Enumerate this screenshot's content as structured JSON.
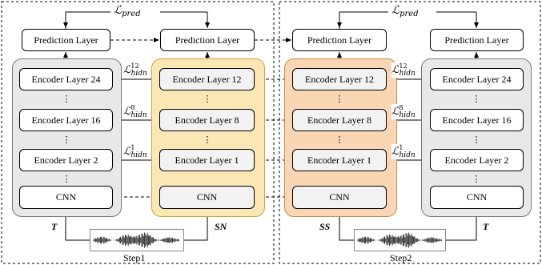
{
  "prediction_label": "Prediction Layer",
  "loss_pred": {
    "symbol": "ℒ",
    "sub": "pred"
  },
  "loss_hidn": {
    "symbol": "ℒ",
    "sub": "hidn",
    "sup": [
      "12",
      "8",
      "1"
    ]
  },
  "step1": {
    "teacher": {
      "layers": [
        "Encoder Layer 24",
        "Encoder Layer 16",
        "Encoder Layer 2"
      ],
      "cnn": "CNN",
      "tag": "T"
    },
    "student": {
      "layers": [
        "Encoder Layer 12",
        "Encoder Layer 8",
        "Encoder Layer 1"
      ],
      "cnn": "CNN",
      "tag": "SN"
    },
    "label": "Step1"
  },
  "step2": {
    "student": {
      "layers": [
        "Encoder Layer 12",
        "Encoder Layer 8",
        "Encoder Layer 1"
      ],
      "cnn": "CNN",
      "tag": "SS"
    },
    "teacher": {
      "layers": [
        "Encoder Layer 24",
        "Encoder Layer 16",
        "Encoder Layer 2"
      ],
      "cnn": "CNN",
      "tag": "T"
    },
    "label": "Step2"
  },
  "ellipsis": "⋮",
  "colors": {
    "teacher_bg": "#e8e8e8",
    "student1_bg": "#fbe7b4",
    "student2_bg": "#fbd6b5"
  }
}
